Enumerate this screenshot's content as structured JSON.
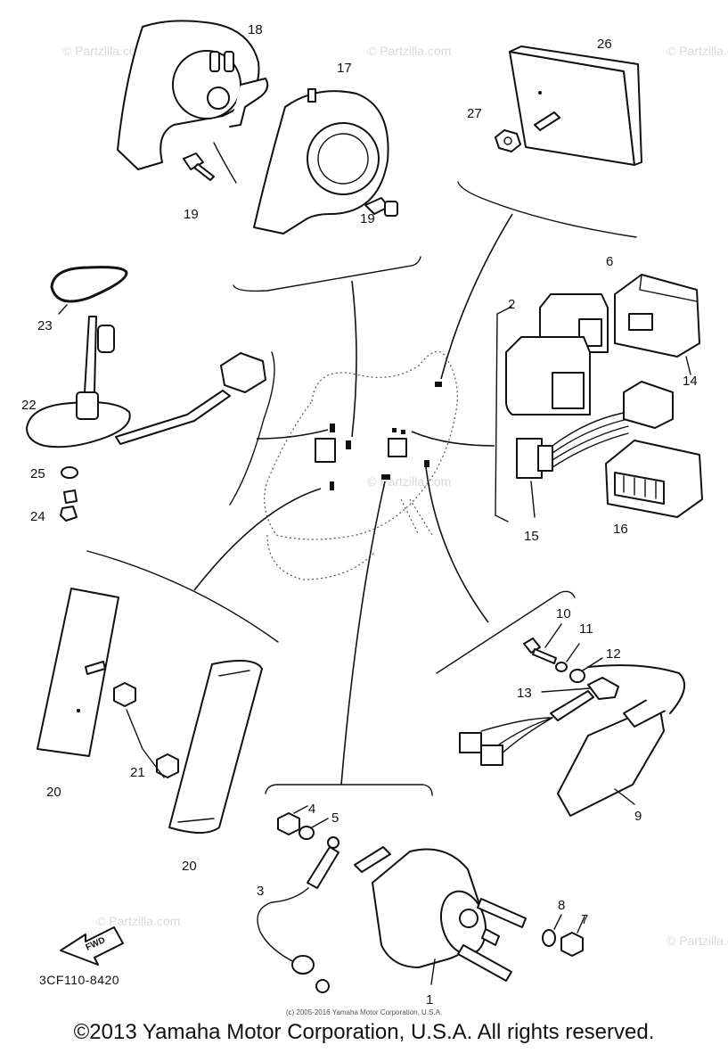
{
  "watermark": "© Partzilla.com",
  "drawing_code": "3CF110-8420",
  "fwd_label": "FWD",
  "small_copyright": "(c) 2005-2016 Yamaha Motor Corporation, U.S.A.",
  "copyright": "©2013 Yamaha Motor Corporation, U.S.A. All rights reserved.",
  "callouts": {
    "c1": "1",
    "c2": "2",
    "c3": "3",
    "c4": "4",
    "c5": "5",
    "c6": "6",
    "c7": "7",
    "c8": "8",
    "c9": "9",
    "c10": "10",
    "c11": "11",
    "c12": "12",
    "c13": "13",
    "c14": "14",
    "c15": "15",
    "c16": "16",
    "c17": "17",
    "c18": "18",
    "c19a": "19",
    "c19b": "19",
    "c20a": "20",
    "c20b": "20",
    "c21": "21",
    "c22": "22",
    "c23": "23",
    "c24": "24",
    "c25": "25",
    "c26": "26",
    "c27": "27"
  }
}
